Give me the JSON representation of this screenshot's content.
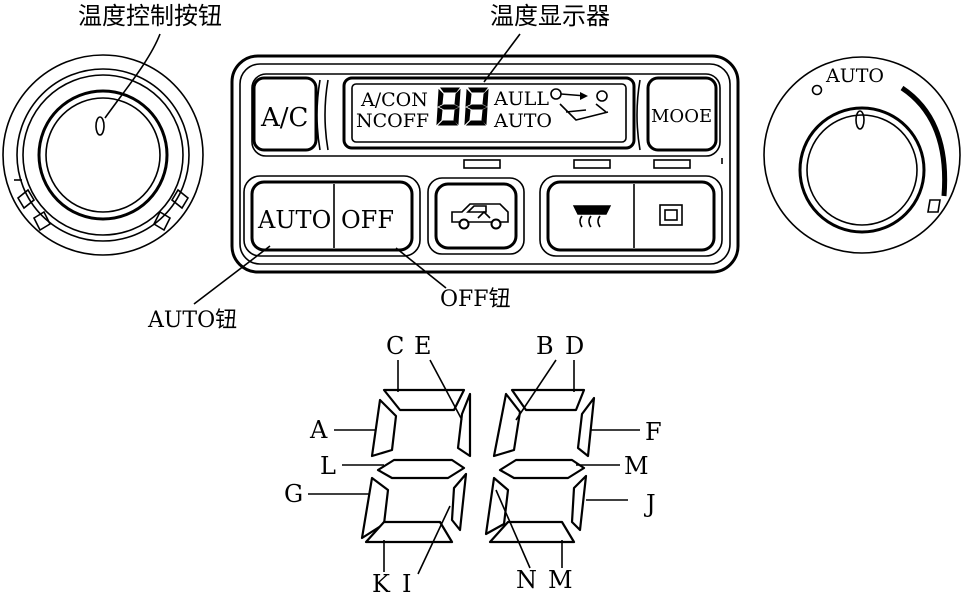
{
  "labels": {
    "knob": "温度控制按钮",
    "display": "温度显示器",
    "auto_btn": "AUTO钮",
    "off_btn": "OFF钮"
  },
  "panel": {
    "ac": "A/C",
    "mode": "MOOE",
    "auto": "AUTO",
    "off": "OFF",
    "right_knob_auto": "AUTO"
  },
  "lcd": {
    "line1_left": "A/CON",
    "line2_left": "NCOFF",
    "line1_right": "AULL",
    "line2_right": "AUTO"
  },
  "segments": {
    "C": "C",
    "E": "E",
    "B": "B",
    "D": "D",
    "A": "A",
    "F": "F",
    "L": "L",
    "M_top": "M",
    "G": "G",
    "J": "J",
    "K": "K",
    "I": "I",
    "N": "N",
    "M_bottom": "M"
  }
}
